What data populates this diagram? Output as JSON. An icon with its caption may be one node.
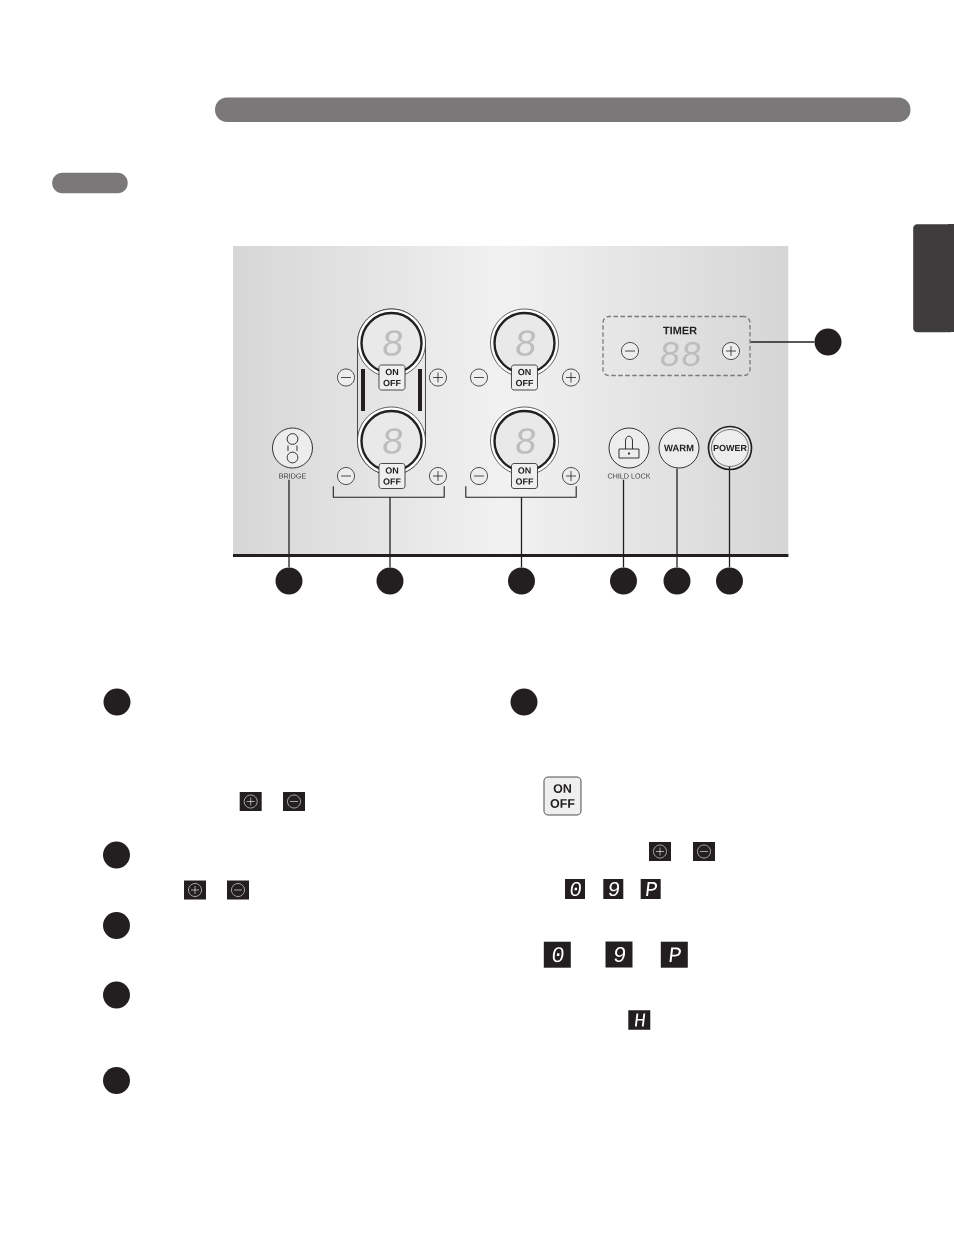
{
  "diagram": {
    "nodes": [
      {
        "text": [],
        "shape": "bar"
      },
      {
        "text": [],
        "shape": "box"
      },
      {
        "text": [],
        "shape": "box"
      },
      {
        "text": [
          "8"
        ],
        "in": 2
      },
      {
        "text": [
          "ON OFF"
        ],
        "in": 2
      },
      {
        "text": [
          "8"
        ],
        "in": 2
      },
      {
        "text": [
          "ON OFF"
        ],
        "in": 2
      },
      {
        "text": [
          "TIMER",
          "88"
        ],
        "in": 2
      },
      {
        "text": [],
        "shape": "circle",
        "beside": [
          "BRIDGE"
        ],
        "in": 2
      },
      {
        "text": [
          "8"
        ],
        "in": 2
      },
      {
        "text": [
          "ON OFF"
        ],
        "in": 2
      },
      {
        "text": [
          "8"
        ],
        "in": 2
      },
      {
        "text": [
          "ON OFF"
        ],
        "in": 2
      },
      {
        "text": [],
        "shape": "circle",
        "beside": [
          "CHILD LOCK"
        ],
        "in": 2
      },
      {
        "text": [
          "WARM"
        ],
        "in": 2
      },
      {
        "text": [
          "POWER"
        ],
        "in": 2
      },
      {
        "text": [],
        "shape": "bracket",
        "in": 2
      },
      {
        "text": [],
        "shape": "bracket",
        "in": 2
      },
      {
        "text": [],
        "shape": "circle"
      },
      {
        "text": [],
        "shape": "circle"
      },
      {
        "text": [],
        "shape": "circle"
      },
      {
        "text": [],
        "shape": "circle"
      },
      {
        "text": [],
        "shape": "circle"
      },
      {
        "text": [],
        "shape": "circle"
      },
      {
        "text": [],
        "shape": "circle"
      },
      {
        "text": [],
        "shape": "circle"
      },
      {
        "text": [],
        "shape": "circle"
      },
      {
        "text": [],
        "shape": "circle"
      },
      {
        "text": [],
        "shape": "circle"
      },
      {
        "text": [],
        "shape": "circle"
      },
      {
        "text": [],
        "shape": "circle"
      },
      {
        "text": [
          "ON OFF"
        ]
      },
      {
        "text": [
          "0"
        ]
      },
      {
        "text": [
          "9"
        ]
      },
      {
        "text": [
          "P"
        ]
      },
      {
        "text": [
          "0"
        ]
      },
      {
        "text": [
          "9"
        ]
      },
      {
        "text": [
          "P"
        ]
      },
      {
        "text": [
          "H"
        ]
      }
    ],
    "edges": [
      {
        "from": 19,
        "to": 8,
        "arrow": "none"
      },
      {
        "from": 20,
        "to": 16,
        "arrow": "none"
      },
      {
        "from": 21,
        "to": 17,
        "arrow": "none"
      },
      {
        "from": 22,
        "to": 13,
        "arrow": "none"
      },
      {
        "from": 23,
        "to": 14,
        "arrow": "none"
      },
      {
        "from": 24,
        "to": 15,
        "arrow": "none"
      },
      {
        "from": 18,
        "to": 7,
        "arrow": "none"
      }
    ]
  }
}
